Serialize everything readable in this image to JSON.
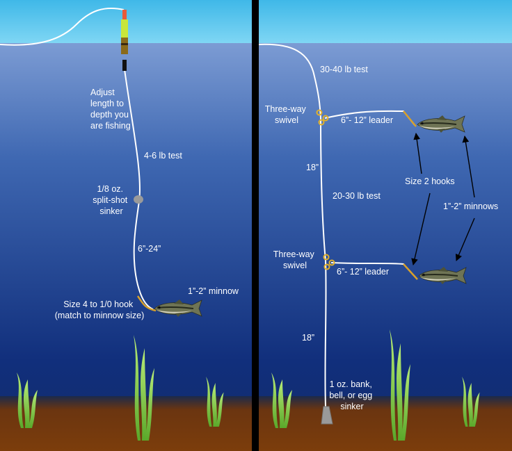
{
  "left": {
    "adjust": [
      "Adjust",
      "length to",
      "depth you",
      "are fishing"
    ],
    "line_test": "4-6 lb test",
    "sinker": [
      "1/8 oz.",
      "split-shot",
      "sinker"
    ],
    "distance": "6”-24”",
    "minnow": "1”-2” minnow",
    "hook": [
      "Size 4 to 1/0 hook",
      "(match to minnow size)"
    ]
  },
  "right": {
    "main_test": "30-40 lb test",
    "swivel_top": [
      "Three-way",
      "swivel"
    ],
    "leader_top": "6”- 12” leader",
    "gap_top": "18”",
    "mid_test": "20-30 lb test",
    "hooks": "Size 2 hooks",
    "minnows": "1”-2” minnows",
    "swivel_bottom": [
      "Three-way",
      "swivel"
    ],
    "leader_bottom": "6”- 12” leader",
    "gap_bottom": "18”",
    "sinker": [
      "1 oz. bank,",
      "bell, or egg",
      "sinker"
    ]
  },
  "colors": {
    "sky": "#5ecbee",
    "water_top": "#93afe0",
    "water_deep": "#102f7a",
    "bottom": "#7a3a0c",
    "divider": "#000000",
    "line": "#ffffff",
    "hook": "#d8a02a",
    "weed": "#8fd44a"
  }
}
